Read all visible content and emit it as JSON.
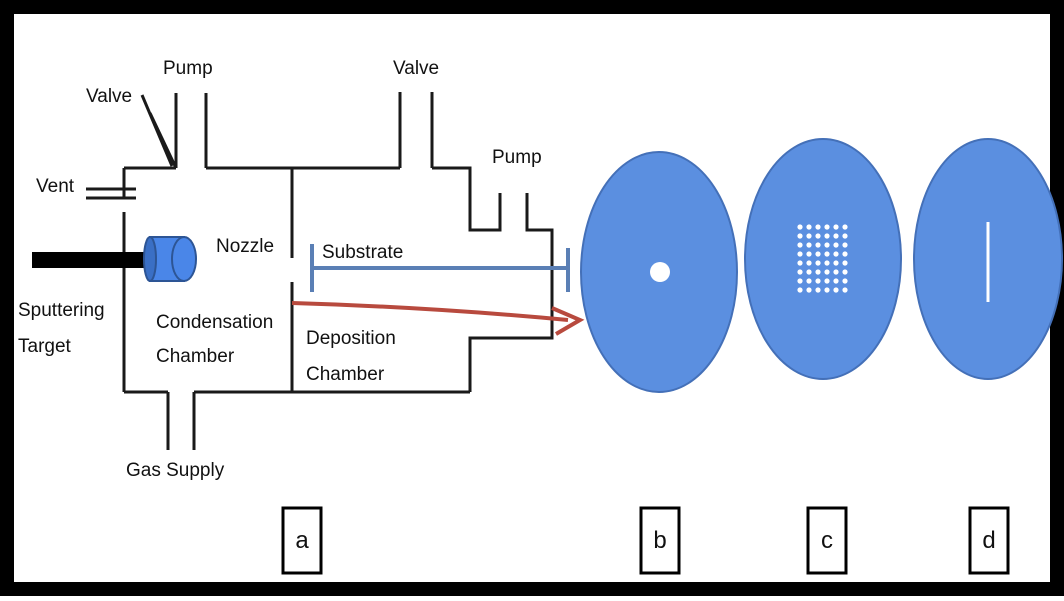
{
  "colors": {
    "frame": "#000000",
    "line": "#1a1a1a",
    "disk": "#5b8fe0",
    "disk_edge": "#4470b8",
    "target": "#4a86e8",
    "substrate_line": "#5a7fb5",
    "arrow": "#b84a3e",
    "hole": "#ffffff"
  },
  "labels": {
    "valve_left": "Valve",
    "pump_left": "Pump",
    "valve_right": "Valve",
    "pump_right": "Pump",
    "vent": "Vent",
    "nozzle": "Nozzle",
    "substrate": "Substrate",
    "sputtering": "Sputtering",
    "target": "Target",
    "condensation": "Condensation",
    "condensation_chamber": "Chamber",
    "deposition": "Deposition",
    "deposition_chamber": "Chamber",
    "gas_supply": "Gas Supply"
  },
  "panels": [
    {
      "id": "a",
      "letter": "a"
    },
    {
      "id": "b",
      "letter": "b"
    },
    {
      "id": "c",
      "letter": "c"
    },
    {
      "id": "d",
      "letter": "d"
    }
  ]
}
